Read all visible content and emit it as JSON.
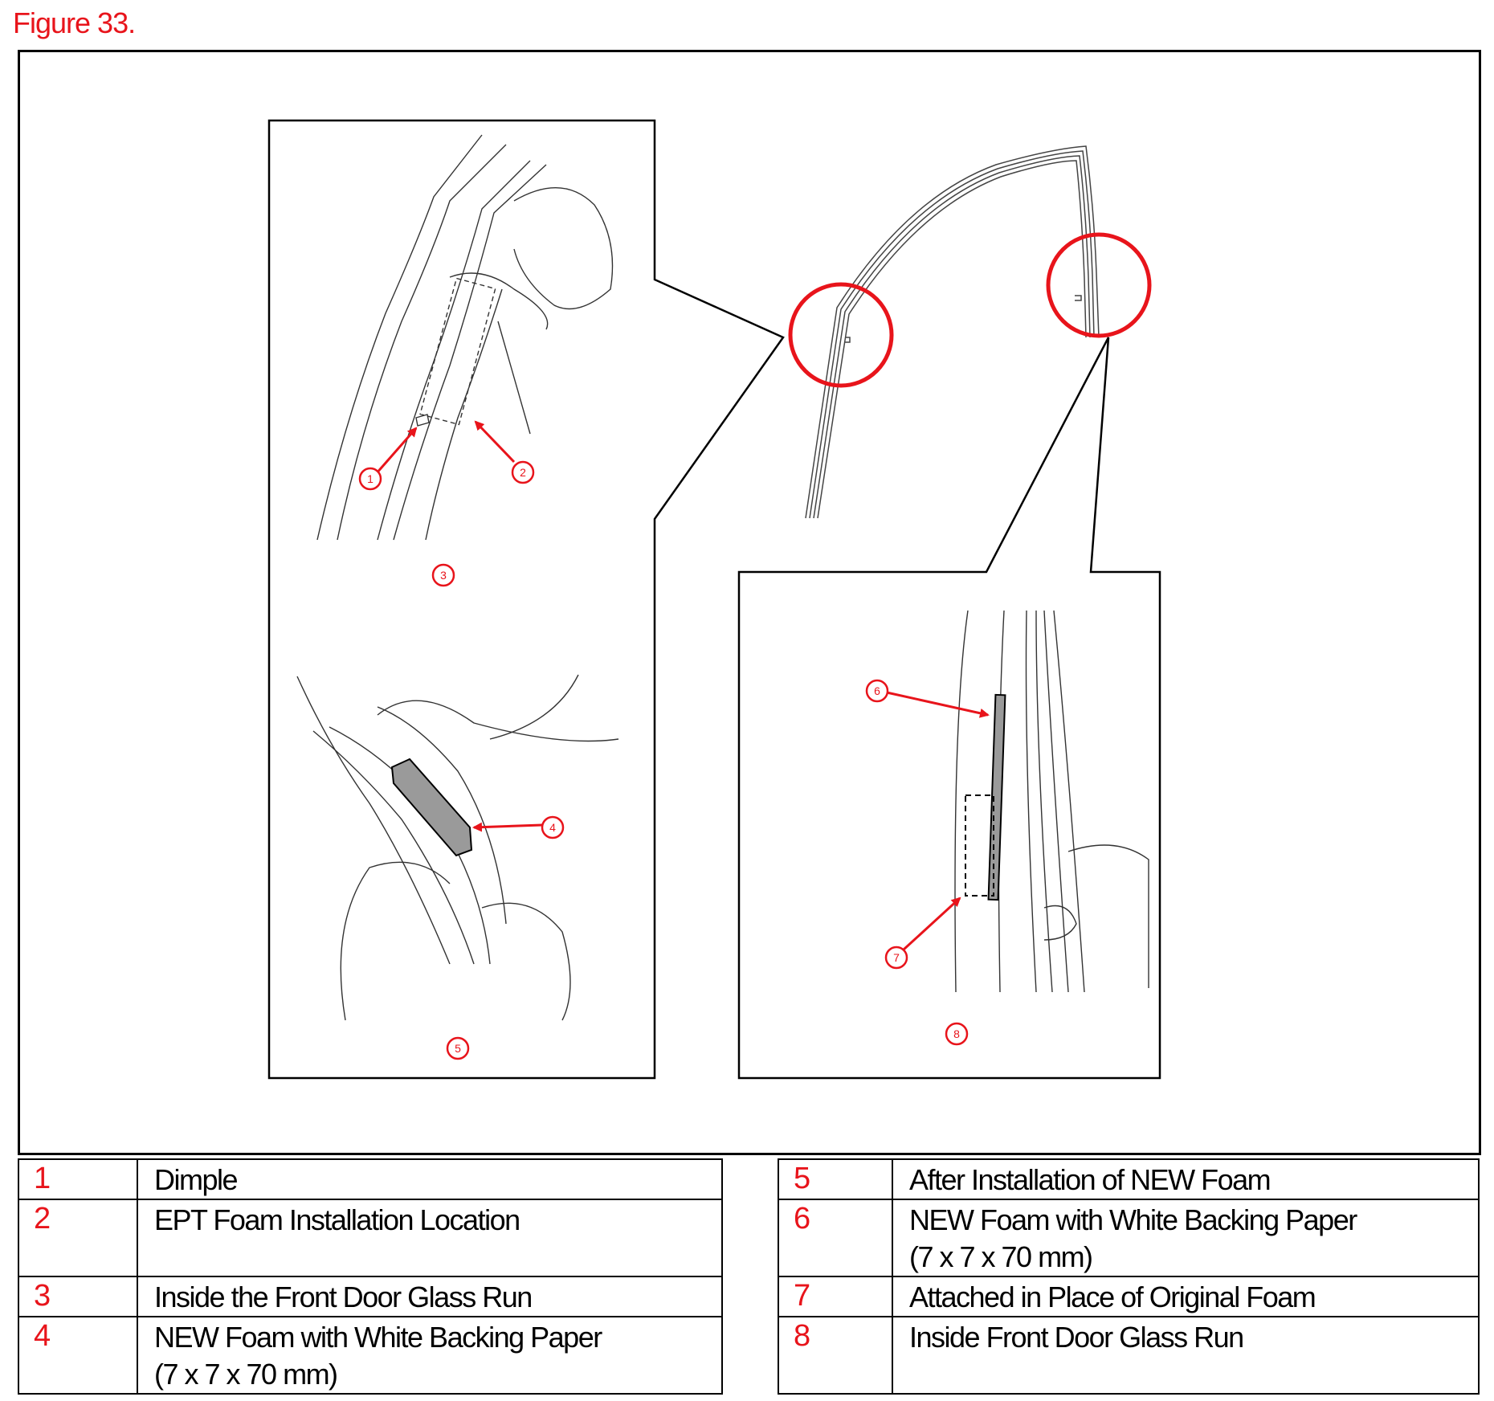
{
  "figure_title": "Figure 33.",
  "colors": {
    "accent_red": "#e8141b",
    "foam_gray": "#9a9a9a",
    "line": "#000000"
  },
  "callouts": {
    "c1": "1",
    "c2": "2",
    "c3": "3",
    "c4": "4",
    "c5": "5",
    "c6": "6",
    "c7": "7",
    "c8": "8"
  },
  "legend_left": [
    {
      "num": "1",
      "line1": "Dimple",
      "line2": ""
    },
    {
      "num": "2",
      "line1": "EPT Foam Installation Location",
      "line2": ""
    },
    {
      "num": "3",
      "line1": "Inside the Front Door Glass Run",
      "line2": ""
    },
    {
      "num": "4",
      "line1": "NEW Foam with White Backing Paper",
      "line2": "(7 x 7 x 70 mm)"
    }
  ],
  "legend_right": [
    {
      "num": "5",
      "line1": "After Installation of NEW Foam",
      "line2": ""
    },
    {
      "num": "6",
      "line1": "NEW Foam with White Backing Paper",
      "line2": "(7 x 7 x 70 mm)"
    },
    {
      "num": "7",
      "line1": "Attached in Place of Original Foam",
      "line2": ""
    },
    {
      "num": "8",
      "line1": "Inside Front Door Glass Run",
      "line2": ""
    }
  ]
}
